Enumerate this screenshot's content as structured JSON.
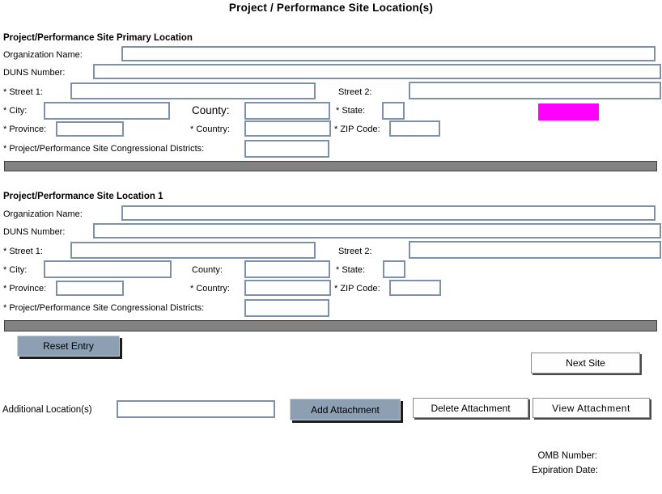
{
  "title": "Project / Performance Site Location(s)",
  "sections": [
    {
      "header": "Project/Performance Site Primary Location",
      "labels": {
        "org": "Organization Name:",
        "duns": "DUNS Number:",
        "street1": "* Street 1:",
        "street2": "Street 2:",
        "city": "* City:",
        "county": "County:",
        "state": "* State:",
        "province": "* Province:",
        "country": "* Country:",
        "zip": "* ZIP Code:",
        "congressional": "* Project/Performance Site Congressional Districts:"
      }
    },
    {
      "header": "Project/Performance Site Location 1",
      "labels": {
        "org": "Organization Name:",
        "duns": "DUNS Number:",
        "street1": "* Street 1:",
        "street2": "Street 2:",
        "city": "* City:",
        "county": "County:",
        "state": "* State:",
        "province": "* Province:",
        "country": "* Country:",
        "zip": "* ZIP Code:",
        "congressional": "* Project/Performance Site Congressional Districts:"
      }
    }
  ],
  "actions": {
    "reset": "Reset Entry",
    "next_site": "Next Site",
    "add_attachment": "Add Attachment",
    "delete_attachment": "Delete Attachment",
    "view_attachment": "View Attachment"
  },
  "additional": {
    "label": "Additional Location(s)"
  },
  "footer": {
    "omb": "OMB Number:",
    "expiration": "Expiration Date:"
  },
  "colors": {
    "highlight": "#ff00ff",
    "section_bar": "#828282",
    "blue_button": "#8c9fb3",
    "input_border": "#7e91aa"
  }
}
